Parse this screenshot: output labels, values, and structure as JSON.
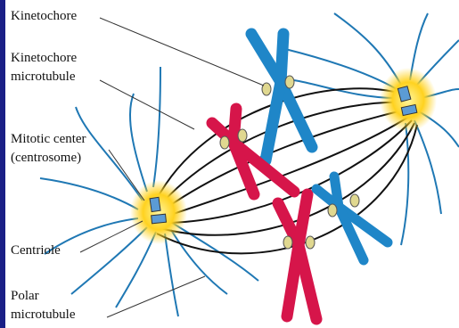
{
  "labels": {
    "kinetochore": "Kinetochore",
    "kinetochore_microtubule": {
      "line1": "Kinetochore",
      "line2": "microtubule"
    },
    "mitotic_center": {
      "line1": "Mitotic center",
      "line2": "(centrosome)"
    },
    "centriole": "Centriole",
    "polar_microtubule": {
      "line1": "Polar",
      "line2": "microtubule"
    }
  },
  "colors": {
    "frame": "#1a1f86",
    "astral_microtubule": "#1f78b4",
    "spindle_fiber": "#111111",
    "centrosome_glow": "#ffd21f",
    "centriole": "#5b9bd5",
    "kinetochore": "#e0d890",
    "chromosome_blue": "#1f86c8",
    "chromosome_red": "#d6154a",
    "leader_line": "#333333"
  }
}
